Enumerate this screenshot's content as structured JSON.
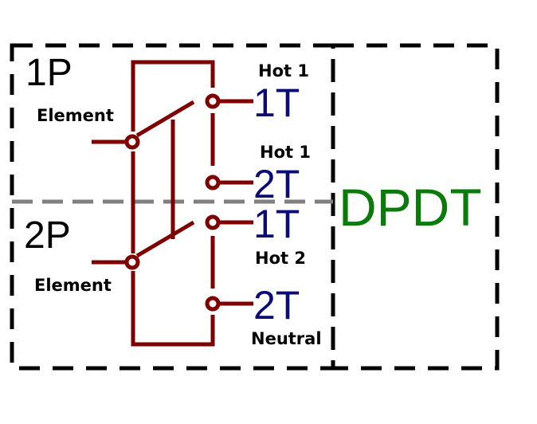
{
  "colors": {
    "wire": "#7f0000",
    "border": "#000000",
    "divider": "#808080",
    "terminal_text": "#0a0a78",
    "type_text": "#0a7a0a",
    "label_text": "#000000"
  },
  "diagram": {
    "type_label": "DPDT",
    "pole_1": {
      "label": "1P",
      "common_label": "Element",
      "throw_1": {
        "label": "1T",
        "connection": "Hot 1"
      },
      "throw_2": {
        "label": "2T",
        "connection": "Hot 1"
      }
    },
    "pole_2": {
      "label": "2P",
      "common_label": "Element",
      "throw_1": {
        "label": "1T",
        "connection": "Hot 2"
      },
      "throw_2": {
        "label": "2T",
        "connection": "Neutral"
      }
    }
  }
}
